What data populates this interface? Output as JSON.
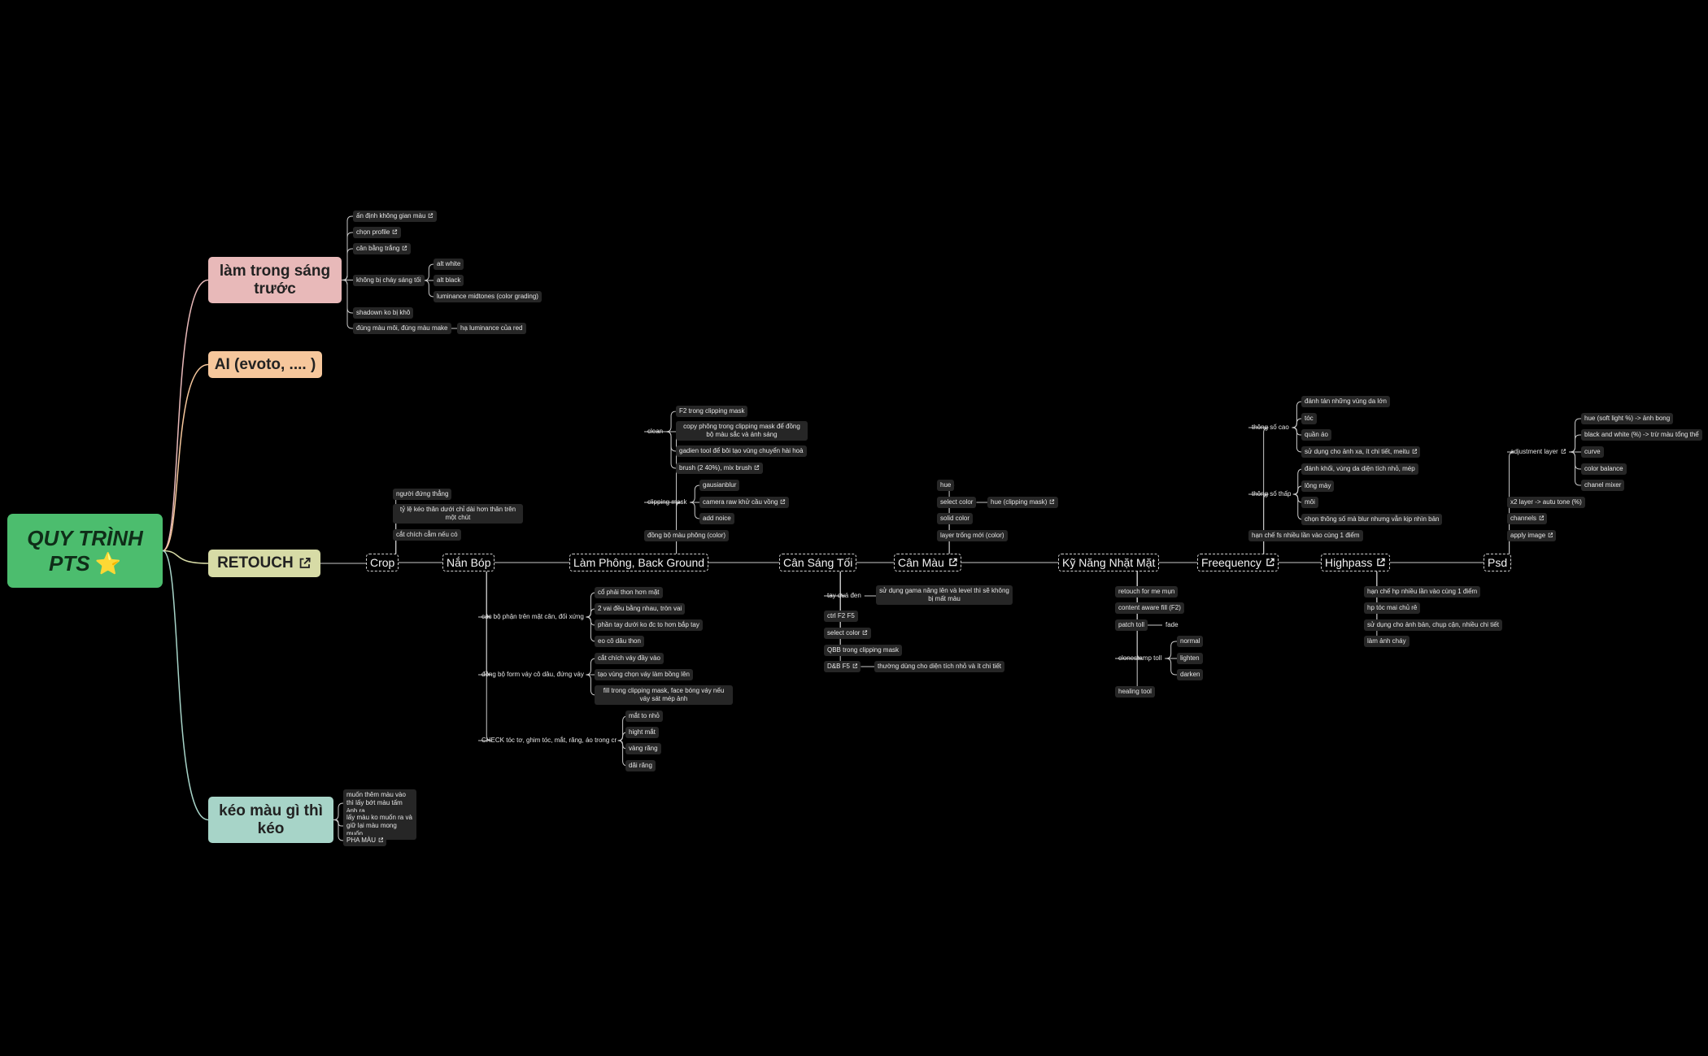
{
  "colors": {
    "root": "#4cbd6e",
    "pink": "#e8b9b9",
    "peach": "#f6c79c",
    "lime": "#d7dba6",
    "teal": "#a7d4c8",
    "line": "#c9c9c9"
  },
  "root": {
    "line1": "QUY TRÌNH",
    "line2": "PTS",
    "icon": "star-icon",
    "star": "⭐"
  },
  "main": {
    "lam_trong": "làm trong sáng trước",
    "ai": "AI (evoto, .... )",
    "retouch": "RETOUCH",
    "keo_mau": "kéo màu gì thì kéo"
  },
  "lam_trong": {
    "an_dinh": "ấn định không gian màu",
    "chon_profile": "chọn profile",
    "can_bang_trang": "cân bằng trắng",
    "khong_chay": "không bị cháy sáng tối",
    "alt_white": "alt white",
    "alt_black": "alt black",
    "luminance": "luminance midtones (color grading)",
    "shadown": "shadown ko bị khô",
    "dung_mau": "đúng màu môi, đúng màu make",
    "ha_luminance": "hạ luminance của red"
  },
  "keo": {
    "muon_them": "muốn thêm màu vào thì lấy bớt màu tấm ảnh ra",
    "lay_mau": "lấy màu ko muốn ra và giữ lại màu mong muốn",
    "pha_mau": "PHA MÀU"
  },
  "stages": {
    "crop": "Crop",
    "nan_bop": "Nắn Bóp",
    "lam_phong": "Làm Phông, Back Ground",
    "can_sang": "Cân Sáng Tối",
    "can_mau": "Cân Màu",
    "ky_nang": "Kỹ Năng Nhặt Mặt",
    "freq": "Freequency",
    "highpass": "Highpass",
    "psd": "Psd"
  },
  "crop": {
    "nguoi_dung": "người đứng thẳng",
    "ty_le": "tỷ lệ kéo thân dưới chỉ dài hơn thân trên một chút",
    "cat_chich": "cắt chích cẳm nếu có"
  },
  "nan_bop": {
    "cac_bo_phan": "các bộ phận trên mặt cân, đối xứng",
    "co_phai": "cổ phải thon hơn mặt",
    "vai_deu": "2 vai đều bằng nhau, tròn vai",
    "phan_tay": "phần tay dưới ko đc to hơn bắp tay",
    "eo": "eo cô dâu thon",
    "dong_bo_form": "đồng bộ form váy cô dâu, đứng váy",
    "cat_chich_vay": "cắt chích váy đầy vào",
    "tao_vung": "tạo vùng chọn váy làm bồng lên",
    "fill": "fill trong clipping mask, face bóng váy nếu váy sát mép ảnh",
    "check": "CHECK tóc tơ, ghim tóc, mắt, răng, áo trong cr",
    "mat_to": "mắt to nhỏ",
    "hight_mat": "hight mắt",
    "vang_rang": "vàng răng",
    "dai_rang": "dãi răng"
  },
  "lam_phong": {
    "clean": "clean",
    "f2": "F2 trong clipping mask",
    "copy": "copy phông trong clipping mask để đồng bộ màu sắc và ánh sáng",
    "gadien": "gadien tool để bôi tạo vùng chuyển hài hoà",
    "brush": "brush (2 40%), mix brush",
    "clipping": "clipping mask",
    "gausian": "gausianblur",
    "camera_raw": "camera raw khử cầu vồng",
    "add_noice": "add noice",
    "dong_bo_mau": "đồng bộ màu phông (color)"
  },
  "can_sang": {
    "tay_qua_den": "tay quá đen",
    "su_dung_gama": "sử dụng gama nâng lên và level thì sẽ không bị mất màu",
    "ctrl": "ctrl F2 F5",
    "select_color": "select color",
    "qbb": "QBB trong clipping mask",
    "db": "D&B F5",
    "thuong_dung": "thường dùng cho diện tích nhỏ và ít chi tiết"
  },
  "can_mau": {
    "hue": "hue",
    "select_color": "select color",
    "hue_clip": "hue (clipping mask)",
    "solid": "solid color",
    "layer_trong": "layer trống mới (color)"
  },
  "ky_nang": {
    "retouch_for_me": "retouch for me mụn",
    "content_aware": "content aware fill (F2)",
    "patch": "patch toll",
    "fade": "fade",
    "clonestamp": "clonestamp toll",
    "normal": "normal",
    "lighten": "lighten",
    "darken": "darken",
    "healing": "healing tool"
  },
  "freq": {
    "thong_so_cao": "thông số cao",
    "danh_tan": "đánh tán những vùng da lớn",
    "toc": "tóc",
    "quan_ao": "quần áo",
    "su_dung_xa": "sử dụng cho ảnh xa, ít chi tiết, meitu",
    "thong_so_thap": "thông số thấp",
    "danh_khoi": "đánh khối, vùng da diện tích nhỏ, mép",
    "long_may": "lông mày",
    "moi": "môi",
    "chon_thong_so": "chọn thông số mà blur nhưng vẫn kịp nhìn bản",
    "han_che": "hạn chế fs nhiều lần vào cùng 1 điểm"
  },
  "highpass": {
    "han_che": "hạn chế hp nhiều lần vào cùng 1 điểm",
    "hp_toc": "hp tóc mai chủ rê",
    "su_dung_anh_ban": "sử dụng cho ảnh bản, chụp cận, nhiều chi tiết",
    "lam_anh_chay": "làm ảnh cháy"
  },
  "psd": {
    "adjustment": "adjustment layer",
    "hue_soft": "hue (soft light %) -> ảnh bong",
    "black_white": "black and white (%) -> trừ màu tổng thể",
    "curve": "curve",
    "color_balance": "color balance",
    "chanel_mixer": "chanel mixer",
    "x2_layer": "x2 layer -> autu tone (%)",
    "channels": "channels",
    "apply_image": "apply image"
  }
}
